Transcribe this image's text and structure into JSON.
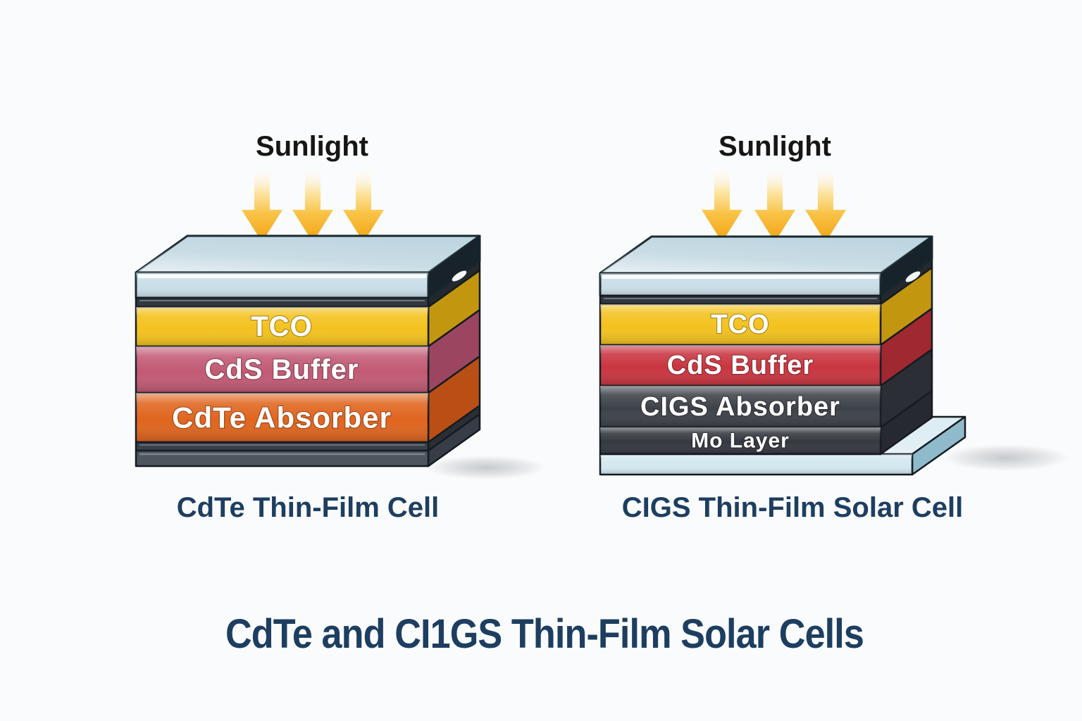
{
  "title": {
    "text": "CdTe and CI1GS Thin-Film Solar Cells"
  },
  "colors": {
    "background": "#fafbfc",
    "outline": "#151b21",
    "heading_navy": "#1d3e60",
    "sunlight_text": "#161616",
    "arrow_amber": "#f4a716",
    "label_white": "#ffffff"
  },
  "left_cell": {
    "sunlight": "Sunlight",
    "caption": "CdTe Thin-Film Cell",
    "layers": {
      "glass": {
        "name": "Glass",
        "front": "#c9dee8",
        "side": "#18222a",
        "top": "#bfd6e0"
      },
      "contact": {
        "name": "Front contact",
        "front": "#31373e",
        "side": "#24292f"
      },
      "tco": {
        "label": "TCO",
        "front": "#f3c21e",
        "side": "#c2970f"
      },
      "cds": {
        "label": "CdS Buffer",
        "front": "#c25a74",
        "side": "#9c4560"
      },
      "absorber": {
        "label": "CdTe Absorber",
        "front": "#e0651e",
        "side": "#b94f15"
      },
      "thin": {
        "name": "Thin contact",
        "front": "#3a4048",
        "side": "#2a2f36"
      },
      "back": {
        "name": "Back contact",
        "front": "#4d555f",
        "side": "#363d46"
      }
    }
  },
  "right_cell": {
    "sunlight": "Sunlight",
    "caption": "CIGS Thin-Film Solar Cell",
    "layers": {
      "glass": {
        "name": "Glass",
        "front": "#c9dee8",
        "side": "#18222a",
        "top": "#bfd6e0"
      },
      "contact": {
        "name": "Front contact",
        "front": "#31373e",
        "side": "#24292f"
      },
      "tco": {
        "label": "TCO",
        "front": "#f3c21e",
        "side": "#c2970f"
      },
      "cds": {
        "label": "CdS Buffer",
        "front": "#c93540",
        "side": "#a02830"
      },
      "absorber": {
        "label": "CIGS Absorber",
        "front": "#3d4249",
        "side": "#2b2f35"
      },
      "mo": {
        "label": "Mo Layer",
        "front": "#34383f",
        "side": "#262a30"
      },
      "substrate": {
        "name": "Substrate",
        "front": "#d3e8f0",
        "side": "#8fbacb",
        "top": "#dcedf3"
      }
    }
  }
}
